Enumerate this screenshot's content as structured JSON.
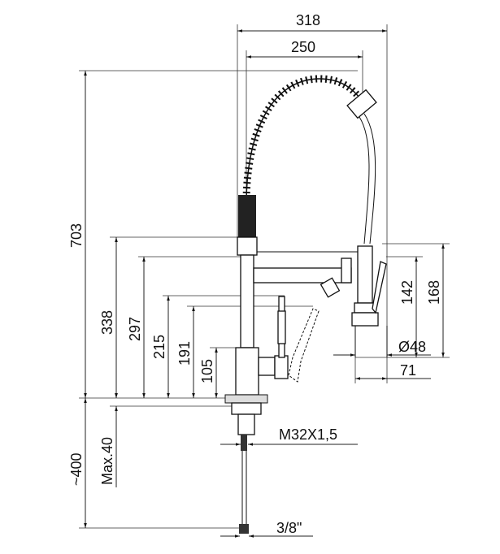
{
  "title": "Pull-down spring kitchen faucet dimension drawing",
  "dimensions": {
    "overall_width": "318",
    "spring_width": "250",
    "overall_height": "703",
    "spout_height_upper": "338",
    "spout_height_lower": "297",
    "handle_height_raised": "215",
    "handle_height": "191",
    "body_height": "105",
    "hose_length": "~400",
    "max_deck_thickness": "Max.40",
    "sprayer_height_outer": "168",
    "sprayer_height_inner": "142",
    "sprayer_diameter": "Ø48",
    "sprayer_reach": "71",
    "thread": "M32X1,5",
    "connection": "3/8\""
  }
}
